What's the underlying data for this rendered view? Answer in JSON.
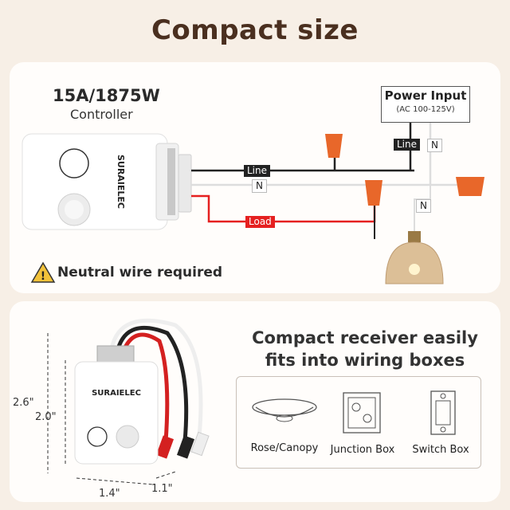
{
  "heading": "Compact size",
  "top": {
    "rating": "15A/1875W",
    "controller_label": "Controller",
    "brand": "SURAIELEC",
    "power_input": {
      "title": "Power Input",
      "subtitle": "(AC 100-125V)"
    },
    "wires": {
      "line": "Line",
      "neutral": "N",
      "load": "Load",
      "power_line": "Line",
      "power_neutral": "N",
      "lamp_neutral": "N"
    },
    "warning": "Neutral wire required"
  },
  "bottom": {
    "brand": "SURAIELEC",
    "headline_1": "Compact receiver easily",
    "headline_2": "fits into wiring boxes",
    "dims": {
      "h_total": "2.6\"",
      "h_body": "2.0\"",
      "width": "1.4\"",
      "depth": "1.1\""
    },
    "boxes": [
      "Rose/Canopy",
      "Junction Box",
      "Switch Box"
    ]
  },
  "colors": {
    "accent_dark": "#4a2f1f",
    "wire_load": "#e52020",
    "connector": "#e8672a",
    "background": "#f7efe6"
  }
}
